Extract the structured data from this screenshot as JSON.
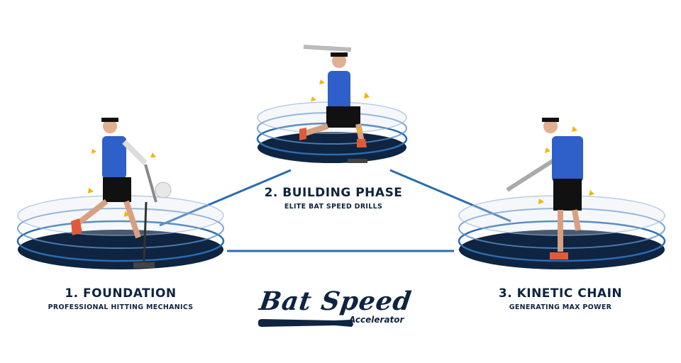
{
  "stages": [
    {
      "title": "1. FOUNDATION",
      "subtitle": "PROFESSIONAL HITTING MECHANICS"
    },
    {
      "title": "2. BUILDING PHASE",
      "subtitle": "ELITE BAT SPEED DRILLS"
    },
    {
      "title": "3. KINETIC CHAIN",
      "subtitle": "GENERATING MAX POWER"
    }
  ],
  "logo": {
    "main": "Bat Speed",
    "sub": "Accelerator"
  },
  "colors": {
    "navy": "#0f2440",
    "blue": "#2a6db0",
    "jersey": "#2f5fc9",
    "accent": "#f4b400"
  }
}
